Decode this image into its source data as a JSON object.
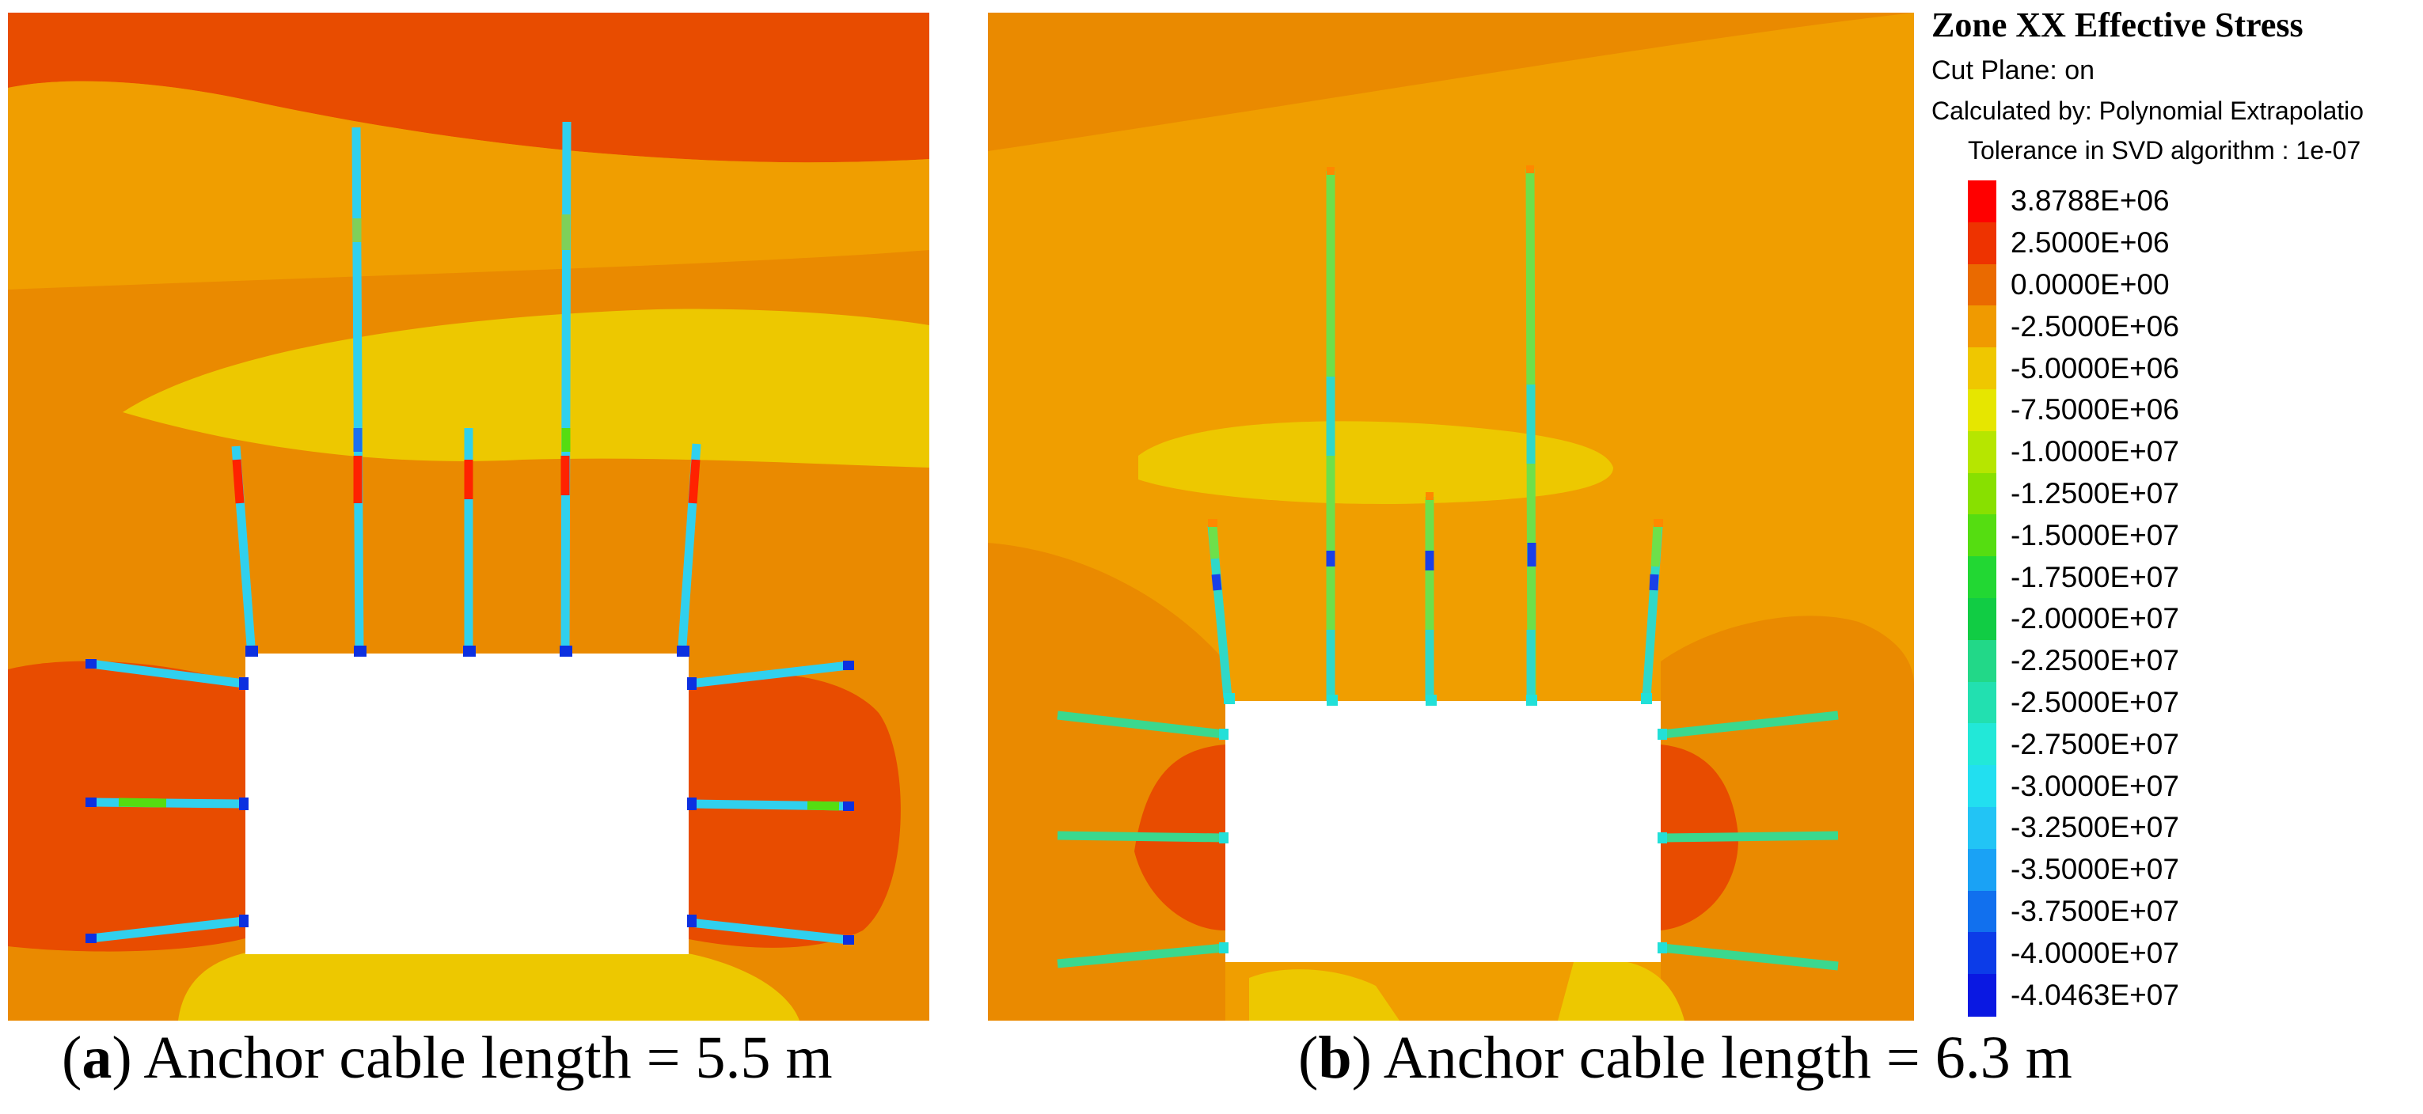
{
  "legend": {
    "title": "Zone XX Effective Stress",
    "cut_plane": "Cut Plane: on",
    "calculated_by": "Calculated by: Polynomial Extrapolatio",
    "tolerance": "Tolerance in SVD algorithm : 1e-07",
    "entries": [
      {
        "label": "3.8788E+06",
        "color": "#ff0000"
      },
      {
        "label": "2.5000E+06",
        "color": "#ee3300"
      },
      {
        "label": "0.0000E+00",
        "color": "#ea6a00"
      },
      {
        "label": "-2.5000E+06",
        "color": "#f09a00"
      },
      {
        "label": "-5.0000E+06",
        "color": "#efc700"
      },
      {
        "label": "-7.5000E+06",
        "color": "#e6e600"
      },
      {
        "label": "-1.0000E+07",
        "color": "#b6e600"
      },
      {
        "label": "-1.2500E+07",
        "color": "#88e000"
      },
      {
        "label": "-1.5000E+07",
        "color": "#55dd11"
      },
      {
        "label": "-1.7500E+07",
        "color": "#22d733"
      },
      {
        "label": "-2.0000E+07",
        "color": "#11cc44"
      },
      {
        "label": "-2.2500E+07",
        "color": "#22d888"
      },
      {
        "label": "-2.5000E+07",
        "color": "#22e0b0"
      },
      {
        "label": "-2.7500E+07",
        "color": "#22e8d8"
      },
      {
        "label": "-3.0000E+07",
        "color": "#22dff0"
      },
      {
        "label": "-3.2500E+07",
        "color": "#22c4f5"
      },
      {
        "label": "-3.5000E+07",
        "color": "#1aa2f5"
      },
      {
        "label": "-3.7500E+07",
        "color": "#1170ee"
      },
      {
        "label": "-4.0000E+07",
        "color": "#0c3ce8"
      },
      {
        "label": "-4.0463E+07",
        "color": "#0a18e2"
      }
    ]
  },
  "captions": {
    "a_letter": "a",
    "a_text": ") Anchor cable length = 5.5 m",
    "b_letter": "b",
    "b_text": ") Anchor cable length = 6.3 m"
  },
  "panels": {
    "a": {
      "anchor_cable_length_m": 5.5
    },
    "b": {
      "anchor_cable_length_m": 6.3
    }
  }
}
